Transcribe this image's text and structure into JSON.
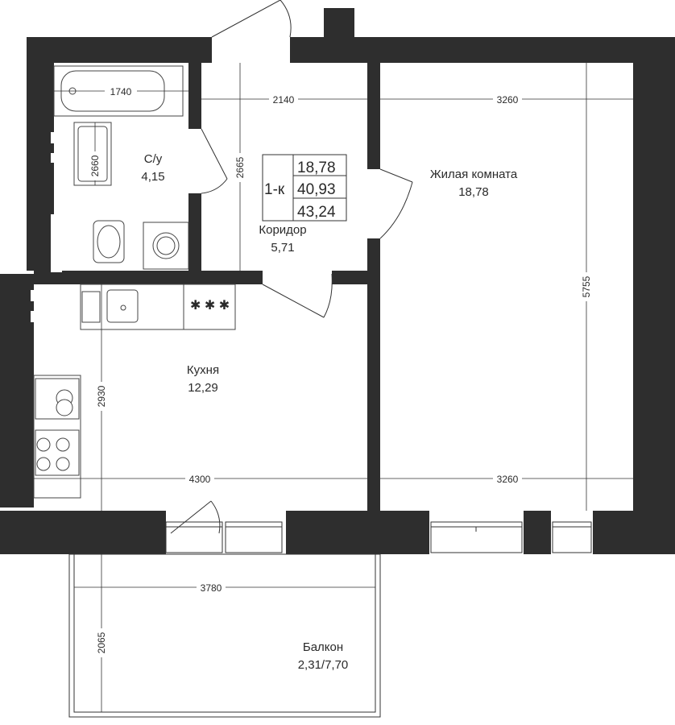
{
  "plan": {
    "areas_box": {
      "type_label": "1-к",
      "living_area": "18,78",
      "total_area": "40,93",
      "total_with_balcony": "43,24"
    },
    "rooms": {
      "bathroom": {
        "name": "С/у",
        "area": "4,15"
      },
      "corridor": {
        "name": "Коридор",
        "area": "5,71"
      },
      "living_room": {
        "name": "Жилая комната",
        "area": "18,78"
      },
      "kitchen": {
        "name": "Кухня",
        "area": "12,29"
      },
      "balcony": {
        "name": "Балкон",
        "area": "2,31/7,70"
      }
    },
    "dimensions": {
      "bath_width": "1740",
      "corridor_width": "2140",
      "living_top_width": "3260",
      "bath_height": "2660",
      "corridor_height": "2665",
      "living_height": "5755",
      "kitchen_height": "2930",
      "kitchen_width": "4300",
      "living_bottom_width": "3260",
      "balcony_width": "3780",
      "balcony_height": "2065"
    }
  }
}
